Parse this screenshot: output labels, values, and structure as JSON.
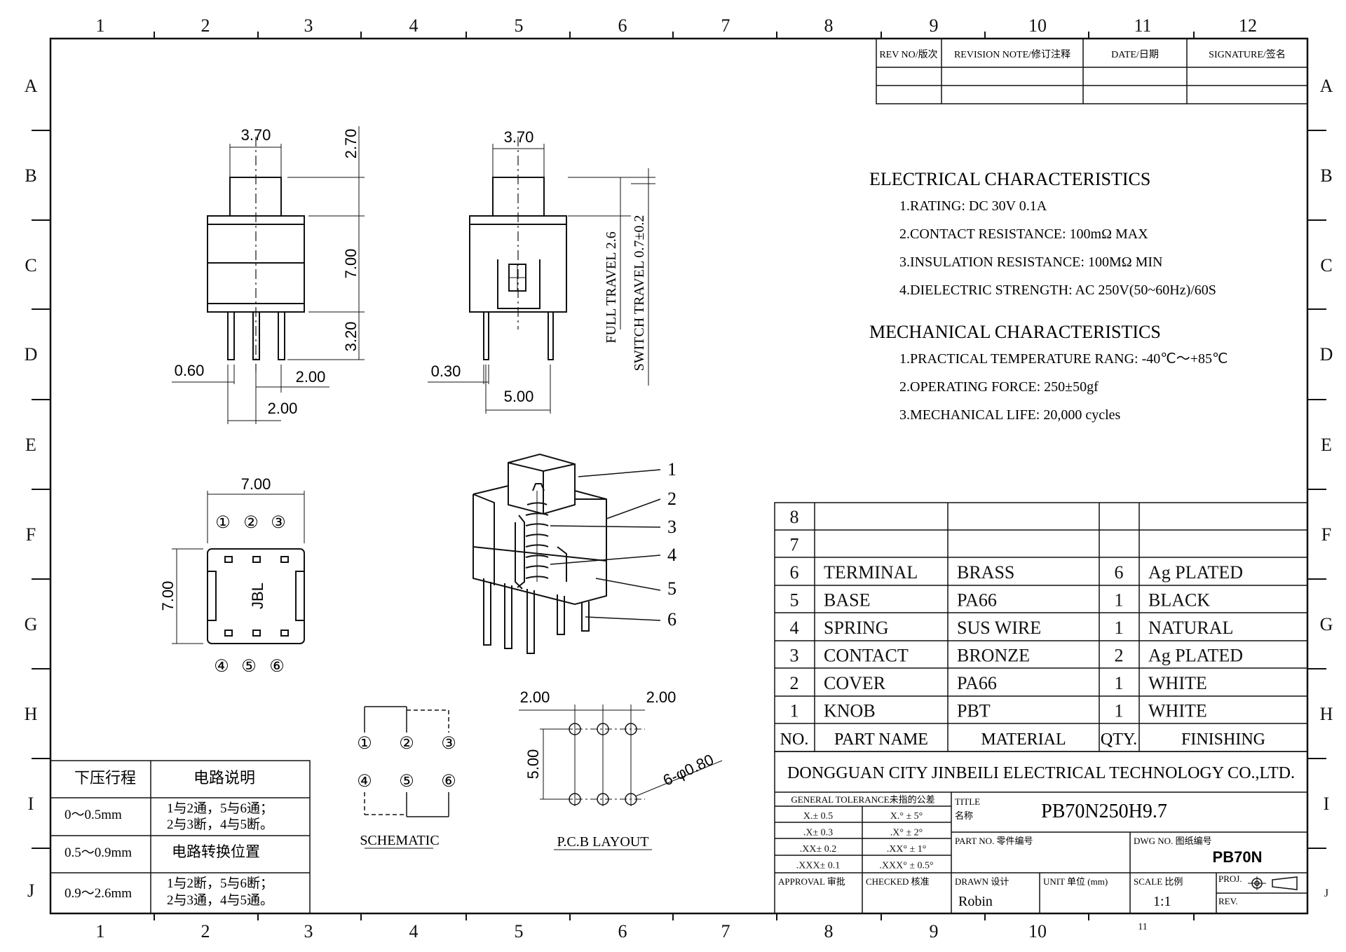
{
  "border": {
    "cols": [
      "1",
      "2",
      "3",
      "4",
      "5",
      "6",
      "7",
      "8",
      "9",
      "10",
      "11",
      "12"
    ],
    "bottom_cols": [
      "1",
      "2",
      "3",
      "4",
      "5",
      "6",
      "7",
      "8",
      "9",
      "10",
      "11"
    ],
    "rows": [
      "A",
      "B",
      "C",
      "D",
      "E",
      "F",
      "G",
      "H",
      "I",
      "J"
    ]
  },
  "revision": {
    "headers": [
      "REV NO/版次",
      "REVISION NOTE/修订注释",
      "DATE/日期",
      "SIGNATURE/签名"
    ]
  },
  "electrical": {
    "title": "ELECTRICAL CHARACTERISTICS",
    "items": [
      "1.RATING: DC 30V 0.1A",
      "2.CONTACT RESISTANCE: 100mΩ MAX",
      "3.INSULATION RESISTANCE: 100MΩ MIN",
      "4.DIELECTRIC STRENGTH: AC 250V(50~60Hz)/60S"
    ]
  },
  "mechanical": {
    "title": "MECHANICAL CHARACTERISTICS",
    "items": [
      "1.PRACTICAL TEMPERATURE RANG: -40℃～+85℃",
      "2.OPERATING FORCE: 250±50gf",
      "3.MECHANICAL LIFE: 20,000 cycles"
    ]
  },
  "dims": {
    "front_width": "3.70",
    "front_top": "2.70",
    "front_body": "7.00",
    "front_pin": "3.20",
    "front_pin_w": "0.60",
    "front_pitch_a": "2.00",
    "front_pitch_b": "2.00",
    "side_width": "3.70",
    "side_pin_w": "0.30",
    "side_pitch": "5.00",
    "full_travel": "FULL TRAVEL 2.6",
    "switch_travel": "SWITCH TRAVEL 0.7±0.2",
    "bottom_w": "7.00",
    "bottom_h": "7.00",
    "bottom_mark": "JBL",
    "pcb_a": "2.00",
    "pcb_b": "2.00",
    "pcb_h": "5.00",
    "pcb_holes": "6-φ0.80"
  },
  "pins_top": [
    "①",
    "②",
    "③"
  ],
  "pins_bottom": [
    "④",
    "⑤",
    "⑥"
  ],
  "callouts": [
    "1",
    "2",
    "3",
    "4",
    "5",
    "6"
  ],
  "schematic_label": "SCHEMATIC",
  "pcb_label": "P.C.B LAYOUT",
  "bom": {
    "rows": [
      {
        "no": "8",
        "part": "",
        "material": "",
        "qty": "",
        "finish": ""
      },
      {
        "no": "7",
        "part": "",
        "material": "",
        "qty": "",
        "finish": ""
      },
      {
        "no": "6",
        "part": "TERMINAL",
        "material": "BRASS",
        "qty": "6",
        "finish": "Ag PLATED"
      },
      {
        "no": "5",
        "part": "BASE",
        "material": "PA66",
        "qty": "1",
        "finish": "BLACK"
      },
      {
        "no": "4",
        "part": "SPRING",
        "material": "SUS WIRE",
        "qty": "1",
        "finish": "NATURAL"
      },
      {
        "no": "3",
        "part": "CONTACT",
        "material": "BRONZE",
        "qty": "2",
        "finish": "Ag PLATED"
      },
      {
        "no": "2",
        "part": "COVER",
        "material": "PA66",
        "qty": "1",
        "finish": "WHITE"
      },
      {
        "no": "1",
        "part": "KNOB",
        "material": "PBT",
        "qty": "1",
        "finish": "WHITE"
      }
    ],
    "headers": {
      "no": "NO.",
      "part": "PART NAME",
      "material": "MATERIAL",
      "qty": "QTY.",
      "finish": "FINISHING"
    }
  },
  "stroke_table": {
    "headers": [
      "下压行程",
      "电路说明"
    ],
    "rows": [
      {
        "range": "0～0.5mm",
        "desc1": "1与2通，5与6通；",
        "desc2": "2与3断，4与5断。"
      },
      {
        "range": "0.5～0.9mm",
        "desc1": "电路转换位置",
        "desc2": ""
      },
      {
        "range": "0.9～2.6mm",
        "desc1": "1与2断，5与6断；",
        "desc2": "2与3通，4与5通。"
      }
    ]
  },
  "title_block": {
    "company": "DONGGUAN CITY JINBEILI ELECTRICAL TECHNOLOGY CO.,LTD.",
    "tol_header": "GENERAL TOLERANCE未指的公差",
    "tol": [
      [
        "X.± 0.5",
        "X.° ± 5°"
      ],
      [
        ".X± 0.3",
        ".X° ± 2°"
      ],
      [
        ".XX± 0.2",
        ".XX° ± 1°"
      ],
      [
        ".XXX± 0.1",
        ".XXX° ± 0.5°"
      ]
    ],
    "title_label1": "TITLE",
    "title_label2": "名称",
    "title_value": "PB70N250H9.7",
    "part_no_label": "PART NO. 零件编号",
    "dwg_no_label": "DWG NO. 图纸编号",
    "dwg_no_value": "PB70N",
    "approval": "APPROVAL 审批",
    "checked": "CHECKED 核准",
    "drawn_label": "DRAWN 设计",
    "drawn_value": "Robin",
    "unit_label": "UNIT 单位 (mm)",
    "scale_label": "SCALE 比例",
    "scale_value": "1:1",
    "proj_label": "PROJ.",
    "rev_label": "REV."
  }
}
